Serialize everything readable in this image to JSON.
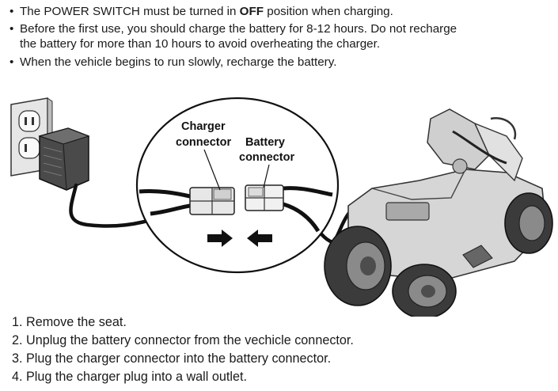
{
  "notes": [
    {
      "pre": "The POWER SWITCH must be turned in ",
      "bold": "OFF",
      "post": " position when charging."
    },
    {
      "line1": "Before the first use, you should charge the battery for 8-12 hours. Do not recharge",
      "line2": "the battery for more than 10 hours to avoid overheating the charger."
    },
    {
      "text": "When the vehicle begins to run slowly, recharge the battery."
    }
  ],
  "bullet_symbol": "•",
  "illustration": {
    "charger_label_line1": "Charger",
    "charger_label_line2": "connector",
    "battery_label_line1": "Battery",
    "battery_label_line2": "connector"
  },
  "steps": [
    "1. Remove the seat.",
    "2. Unplug the battery connector from the vechicle connector.",
    "3. Plug the charger connector into the battery connector.",
    "4. Plug the charger plug into a wall outlet."
  ]
}
